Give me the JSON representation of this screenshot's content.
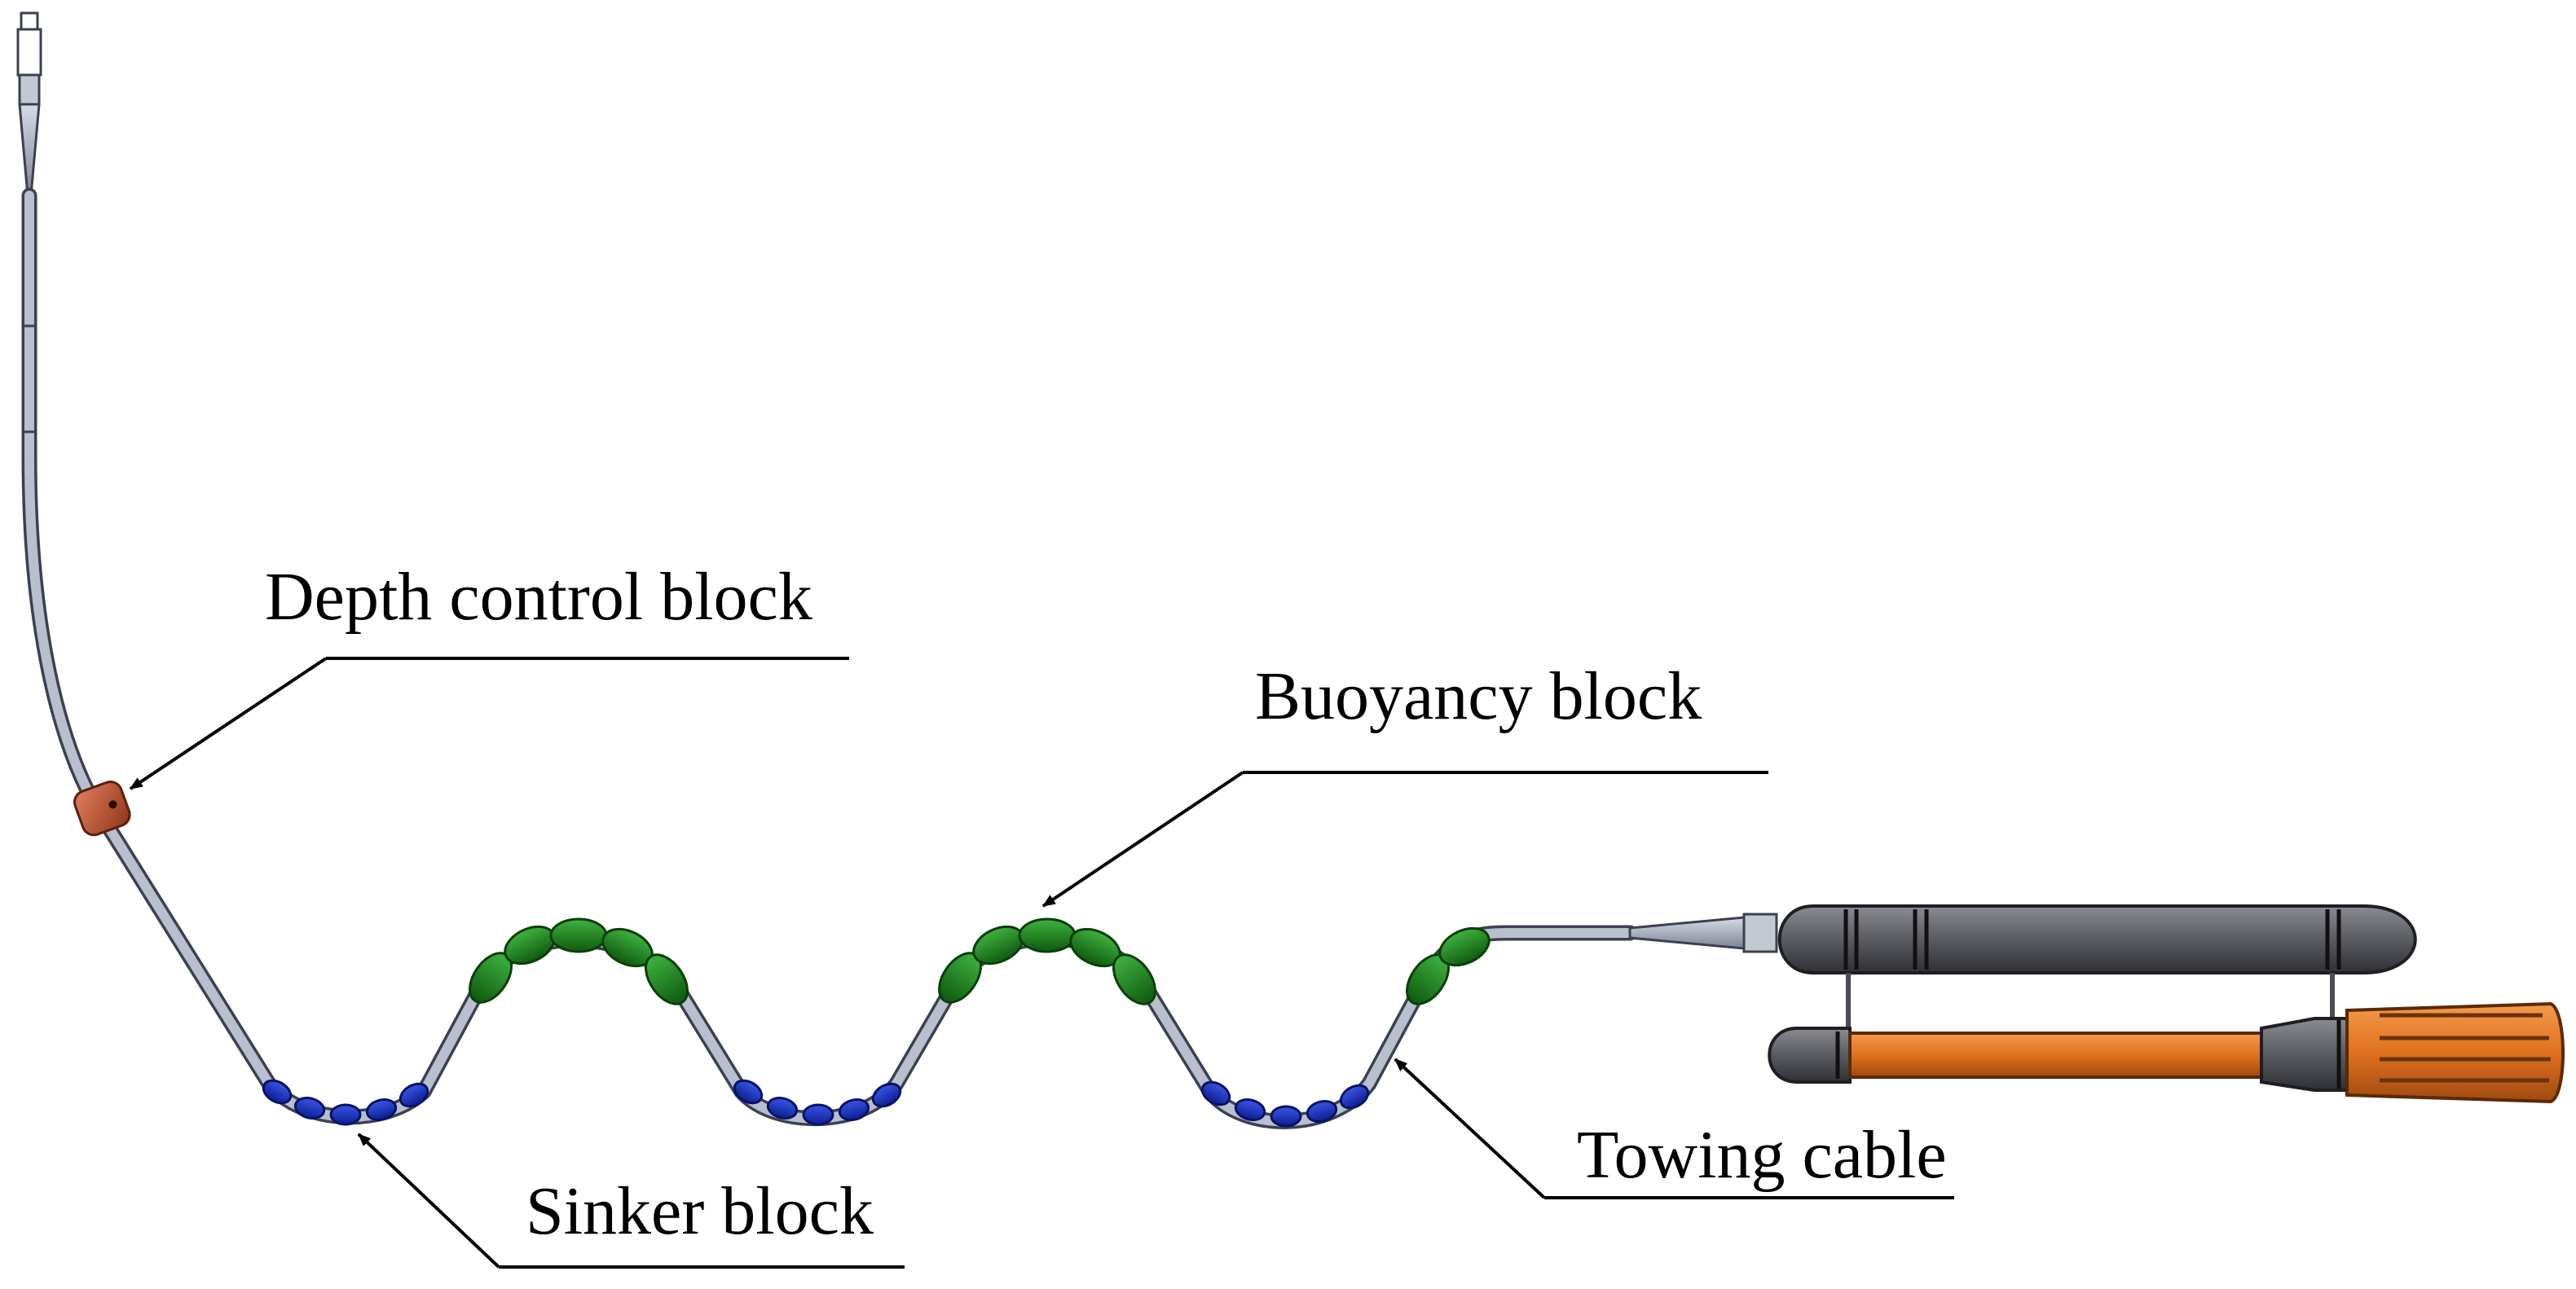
{
  "labels": {
    "depth_control": "Depth control block",
    "buoyancy": "Buoyancy block",
    "sinker": "Sinker block",
    "towing_cable": "Towing cable"
  },
  "colors": {
    "cable": "#b9bfcc",
    "cable_outline": "#3b4150",
    "buoyancy_block": "#1f8a1f",
    "sinker_block": "#1733c7",
    "depth_control_block": "#c8573a",
    "upper_hull": "#5e6066",
    "lower_hull": "#e0711e",
    "text": "#000000"
  }
}
